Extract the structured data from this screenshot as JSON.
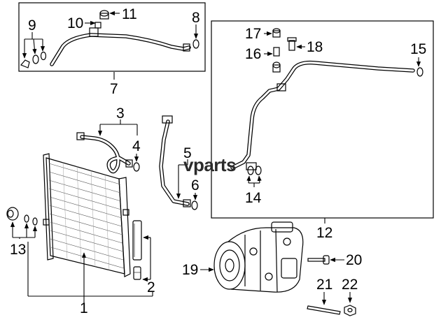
{
  "watermark": "vparts",
  "callouts": {
    "c1": "1",
    "c2": "2",
    "c3": "3",
    "c4": "4",
    "c5": "5",
    "c6": "6",
    "c7": "7",
    "c8": "8",
    "c9": "9",
    "c10": "10",
    "c11": "11",
    "c12": "12",
    "c13": "13",
    "c14": "14",
    "c15": "15",
    "c16": "16",
    "c17": "17",
    "c18": "18",
    "c19": "19",
    "c20": "20",
    "c21": "21",
    "c22": "22"
  }
}
